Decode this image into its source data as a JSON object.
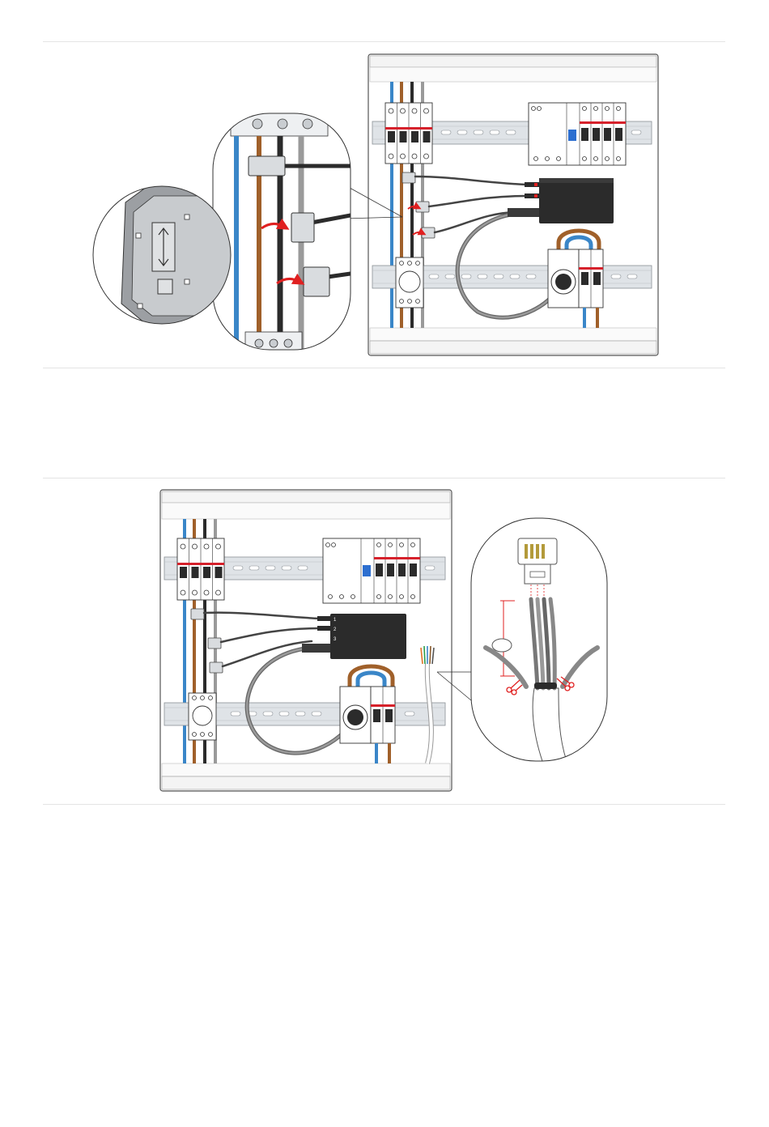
{
  "page": {
    "background": "#ffffff",
    "divider_color": "#e4e4e4"
  },
  "colors": {
    "cable_blue": "#3a86c8",
    "cable_brown": "#a0602a",
    "cable_black": "#2b2b2b",
    "cable_grey": "#9a9a9a",
    "din_rail": "#dfe3e7",
    "enclosure": "#ffffff",
    "meter_box": "#2b2b2b",
    "breaker_red": "#d6212b",
    "accent_red": "#e02020",
    "rcd_blue": "#2d6fd0"
  },
  "figure1": {
    "icons": [
      "enclosure-icon",
      "ct-sensor-icon",
      "meter-box-icon",
      "arrow-icon",
      "magnifier-icon"
    ]
  },
  "figure2": {
    "meter_ports": [
      "1",
      "2",
      "3"
    ],
    "icons": [
      "enclosure-icon",
      "rj45-plug-icon",
      "scissors-icon",
      "cable-strip-icon"
    ]
  }
}
